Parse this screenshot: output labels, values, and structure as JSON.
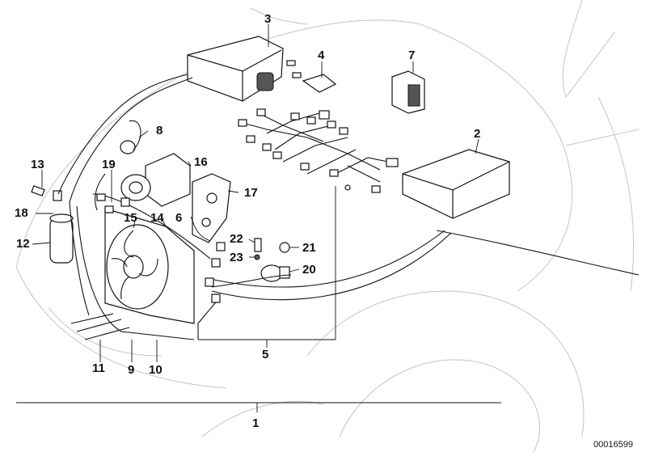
{
  "diagram": {
    "document_id": "00016599",
    "callouts": [
      {
        "id": "1",
        "label": "1"
      },
      {
        "id": "2",
        "label": "2"
      },
      {
        "id": "3",
        "label": "3"
      },
      {
        "id": "4",
        "label": "4"
      },
      {
        "id": "5",
        "label": "5"
      },
      {
        "id": "6",
        "label": "6"
      },
      {
        "id": "7",
        "label": "7"
      },
      {
        "id": "8",
        "label": "8"
      },
      {
        "id": "9",
        "label": "9"
      },
      {
        "id": "10",
        "label": "10"
      },
      {
        "id": "11",
        "label": "11"
      },
      {
        "id": "12",
        "label": "12"
      },
      {
        "id": "13",
        "label": "13"
      },
      {
        "id": "14",
        "label": "14"
      },
      {
        "id": "15",
        "label": "15"
      },
      {
        "id": "16",
        "label": "16"
      },
      {
        "id": "17",
        "label": "17"
      },
      {
        "id": "18",
        "label": "18"
      },
      {
        "id": "19",
        "label": "19"
      },
      {
        "id": "20",
        "label": "20"
      },
      {
        "id": "21",
        "label": "21"
      },
      {
        "id": "22",
        "label": "22"
      },
      {
        "id": "23",
        "label": "23"
      }
    ]
  }
}
